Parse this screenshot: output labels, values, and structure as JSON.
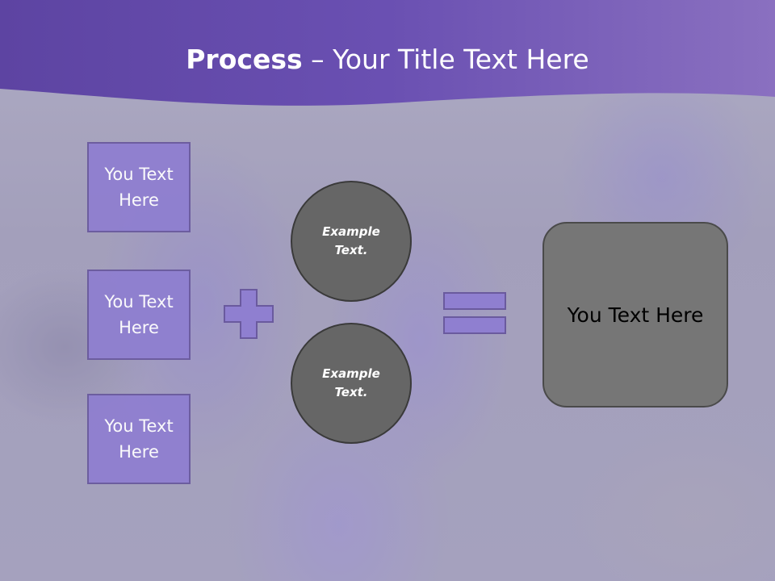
{
  "slide": {
    "title_bold": "Process",
    "title_rest": " – Your Title Text Here",
    "left_boxes": [
      {
        "label": "You Text Here"
      },
      {
        "label": "You Text Here"
      },
      {
        "label": "You Text Here"
      }
    ],
    "circles": [
      {
        "label": "Example\nText."
      },
      {
        "label": "Example\nText."
      }
    ],
    "result_label": "You Text Here"
  },
  "colors": {
    "header_purple": "#6a4fb0",
    "box_purple": "#8f7fd0",
    "circle_gray": "#666666",
    "result_gray": "#767676"
  },
  "icons": [
    "plus-icon",
    "equals-icon"
  ]
}
